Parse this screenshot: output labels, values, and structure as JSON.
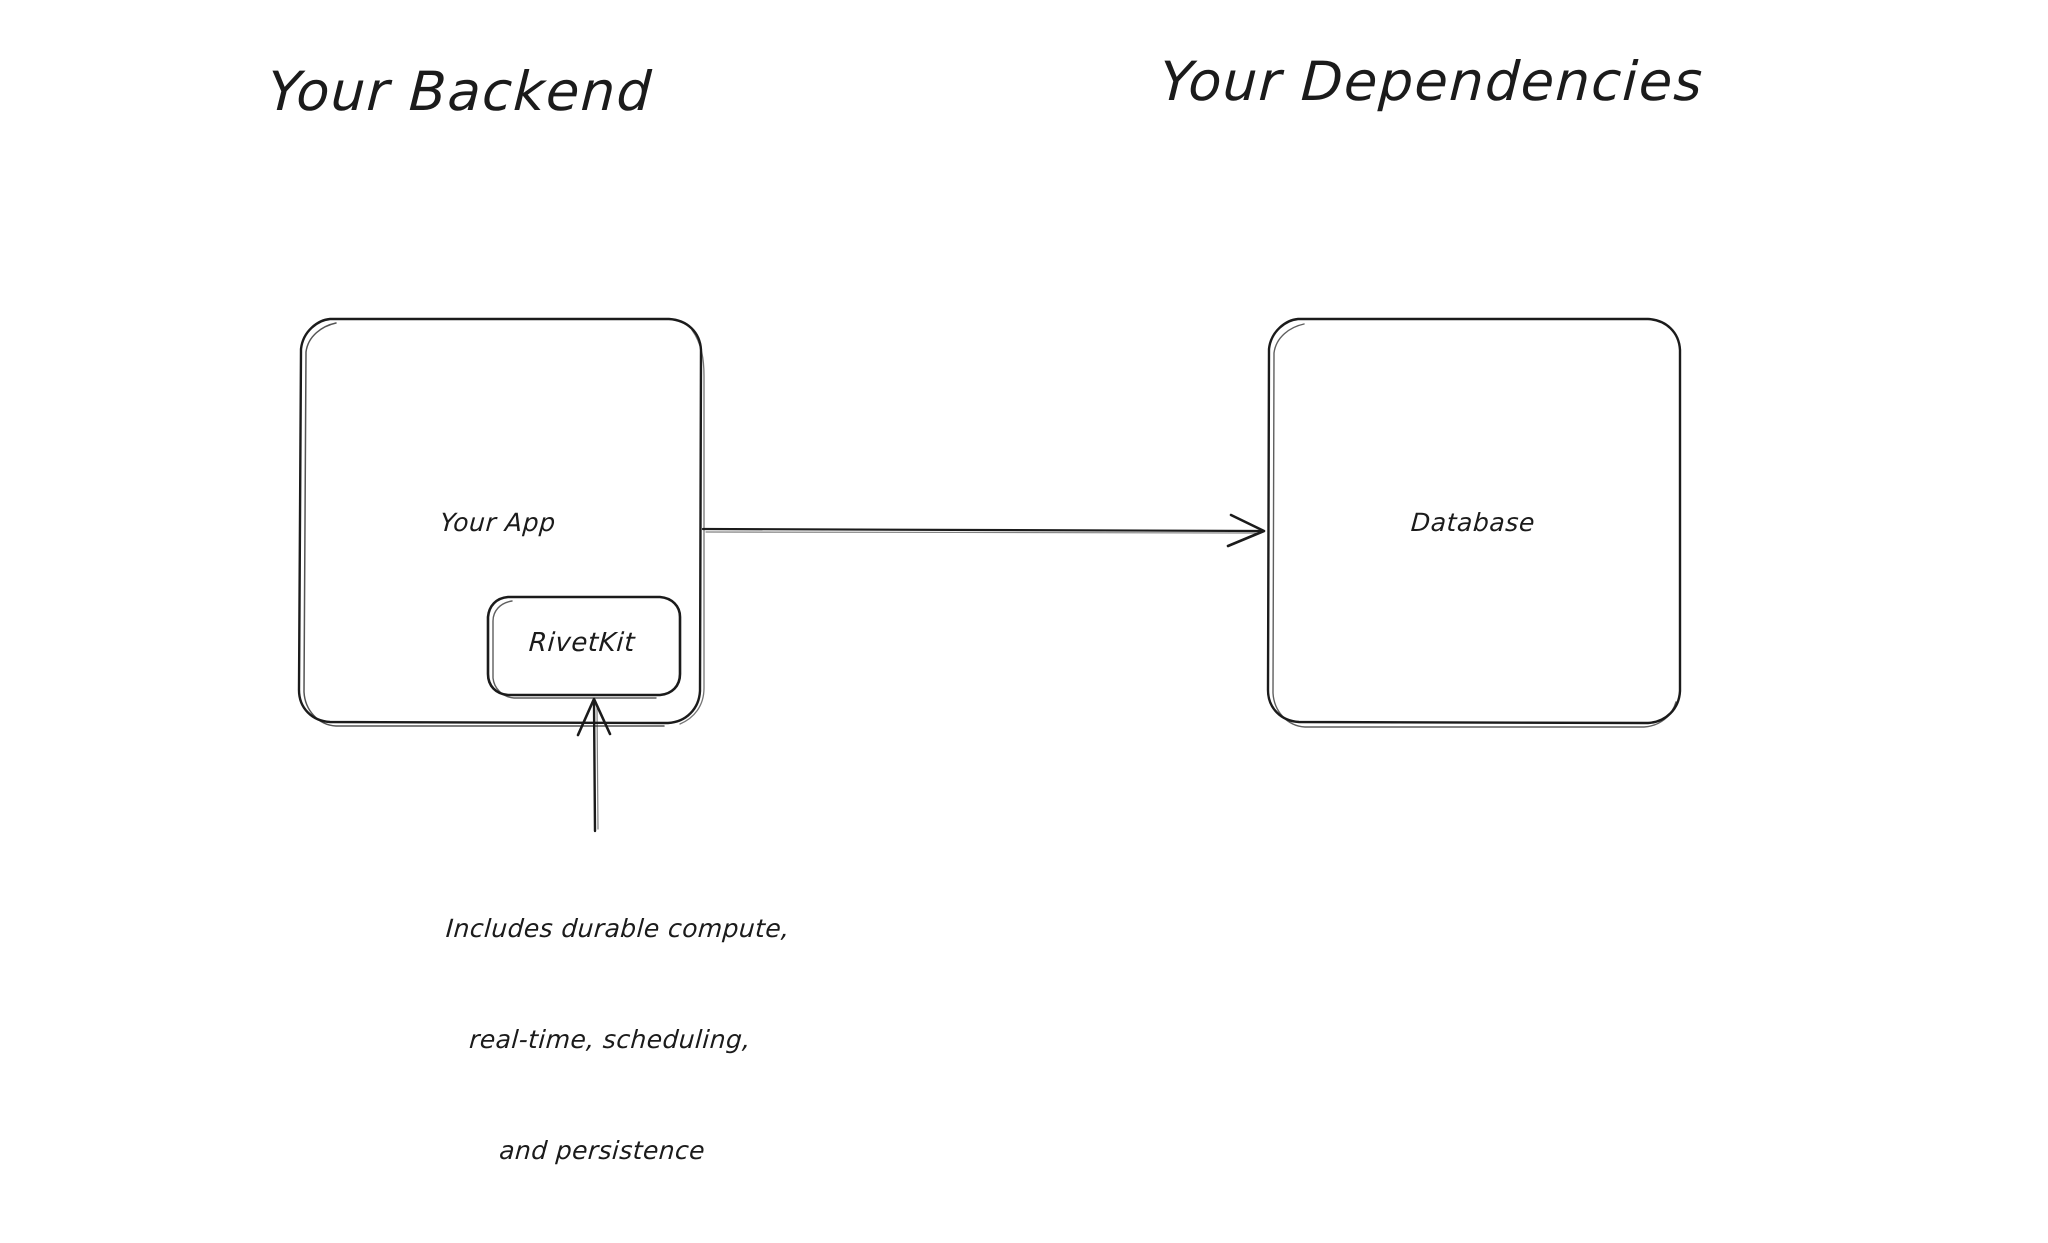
{
  "diagram": {
    "background_color": "#ffffff",
    "stroke_color": "#1b1b1b",
    "text_color": "#1b1b1b",
    "style": "hand-drawn-sketch",
    "groups": [
      {
        "id": "backend",
        "title": "Your Backend"
      },
      {
        "id": "dependencies",
        "title": "Your Dependencies"
      }
    ],
    "nodes": [
      {
        "id": "your-app",
        "label": "Your App",
        "group": "backend"
      },
      {
        "id": "rivetkit",
        "label": "RivetKit",
        "group": "backend",
        "parent": "your-app"
      },
      {
        "id": "database",
        "label": "Database",
        "group": "dependencies"
      }
    ],
    "edges": [
      {
        "id": "app-to-database",
        "from": "your-app",
        "to": "database",
        "arrowhead": "open",
        "direction": "right"
      },
      {
        "id": "caption-to-rivetkit",
        "from": "caption",
        "to": "rivetkit",
        "arrowhead": "open",
        "direction": "up"
      }
    ],
    "annotations": [
      {
        "id": "rivetkit-caption",
        "target": "rivetkit",
        "lines": [
          "Includes durable compute,",
          "real-time, scheduling,",
          "and persistence"
        ]
      }
    ]
  }
}
